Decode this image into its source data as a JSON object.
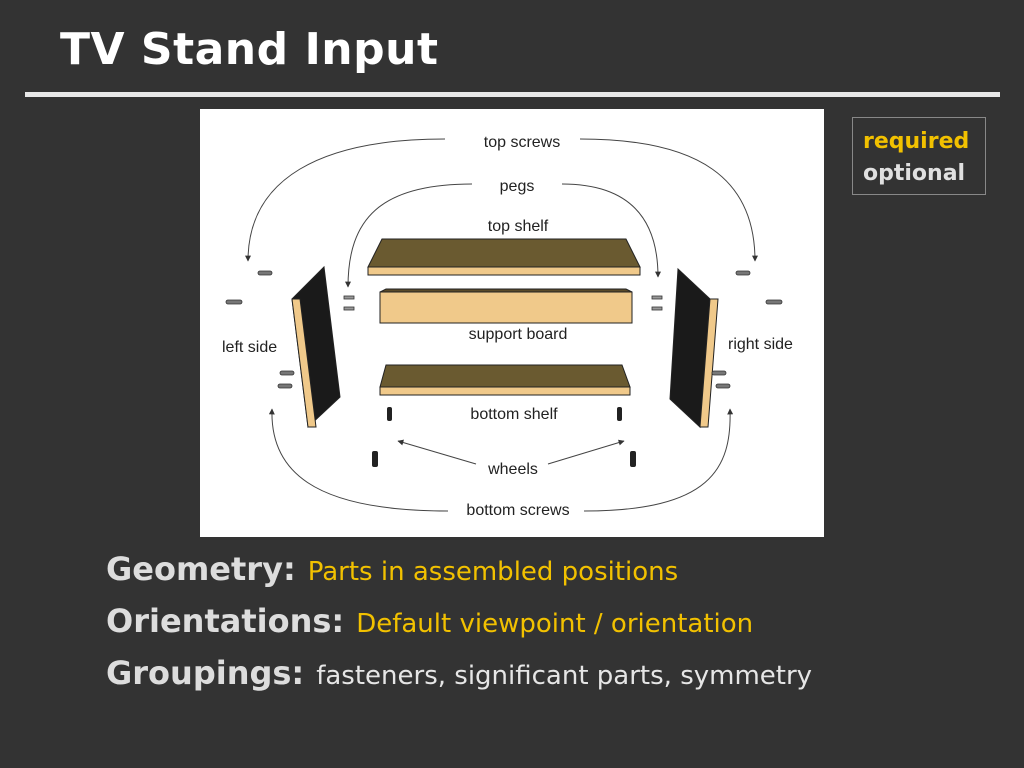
{
  "slide": {
    "title": "TV Stand Input"
  },
  "legend": {
    "required": "required",
    "optional": "optional",
    "colors": {
      "required": "#f2c100",
      "optional": "#e0e0e0"
    }
  },
  "diagram": {
    "labels": {
      "top_screws": "top screws",
      "pegs": "pegs",
      "top_shelf": "top shelf",
      "support_board": "support board",
      "left_side": "left side",
      "right_side": "right side",
      "bottom_shelf": "bottom shelf",
      "wheels": "wheels",
      "bottom_screws": "bottom screws"
    }
  },
  "bullets": [
    {
      "label": "Geometry:",
      "value": "Parts in assembled positions",
      "value_color": "yellow"
    },
    {
      "label": "Orientations:",
      "value": "Default viewpoint / orientation",
      "value_color": "yellow"
    },
    {
      "label": "Groupings:",
      "value": "fasteners, significant parts, symmetry",
      "value_color": "gray"
    }
  ]
}
